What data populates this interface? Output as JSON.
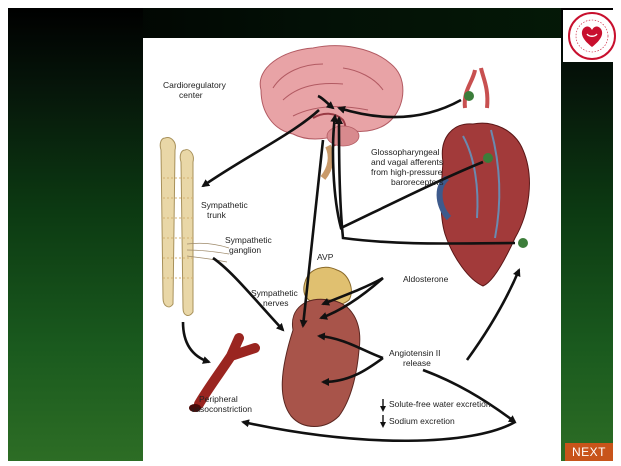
{
  "diagram": {
    "labels": {
      "cardioregulatory": [
        "Cardioregulatory",
        "center"
      ],
      "glosso": [
        "Glossopharyngeal",
        "and vagal afferents",
        "from high-pressure",
        "baroreceptors"
      ],
      "sympathetic_trunk": [
        "Sympathetic",
        "trunk"
      ],
      "sympathetic_ganglion": [
        "Sympathetic",
        "ganglion"
      ],
      "avp": "AVP",
      "aldosterone": "Aldosterone",
      "sympathetic_nerves": [
        "Sympathetic",
        "nerves"
      ],
      "angiotensin": [
        "Angiotensin II",
        "release"
      ],
      "peripheral": [
        "Peripheral",
        "vasoconstriction"
      ],
      "solute": "Solute-free water excretion",
      "sodium": "Sodium excretion"
    },
    "colors": {
      "brain": "#e8a3a6",
      "heart": "#a23a3a",
      "kidney": "#a8544a",
      "adrenal": "#e0c070",
      "vessel": "#9a2520",
      "spine": "#e9d7a7",
      "baroreceptor": "#3c7d3a"
    }
  },
  "nav": {
    "next_label": "NEXT"
  },
  "logo": {
    "icon": "heart-hands-logo-icon",
    "colors": {
      "ring": "#c8102e"
    }
  }
}
